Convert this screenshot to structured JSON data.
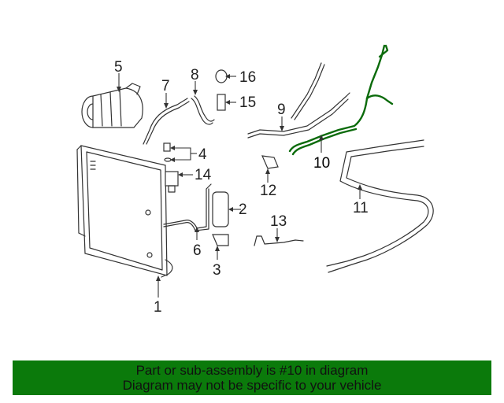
{
  "diagram": {
    "callouts": [
      "1",
      "2",
      "3",
      "4",
      "5",
      "6",
      "7",
      "8",
      "9",
      "10",
      "11",
      "12",
      "13",
      "14",
      "15",
      "16"
    ],
    "highlight_callout": "10",
    "colors": {
      "highlight": "#0b6b0b",
      "line": "#333333",
      "banner": "#0b7a0b"
    }
  },
  "banner": {
    "line1": "Part or sub-assembly is #10 in diagram",
    "line2": "Diagram may not be specific to your vehicle"
  }
}
